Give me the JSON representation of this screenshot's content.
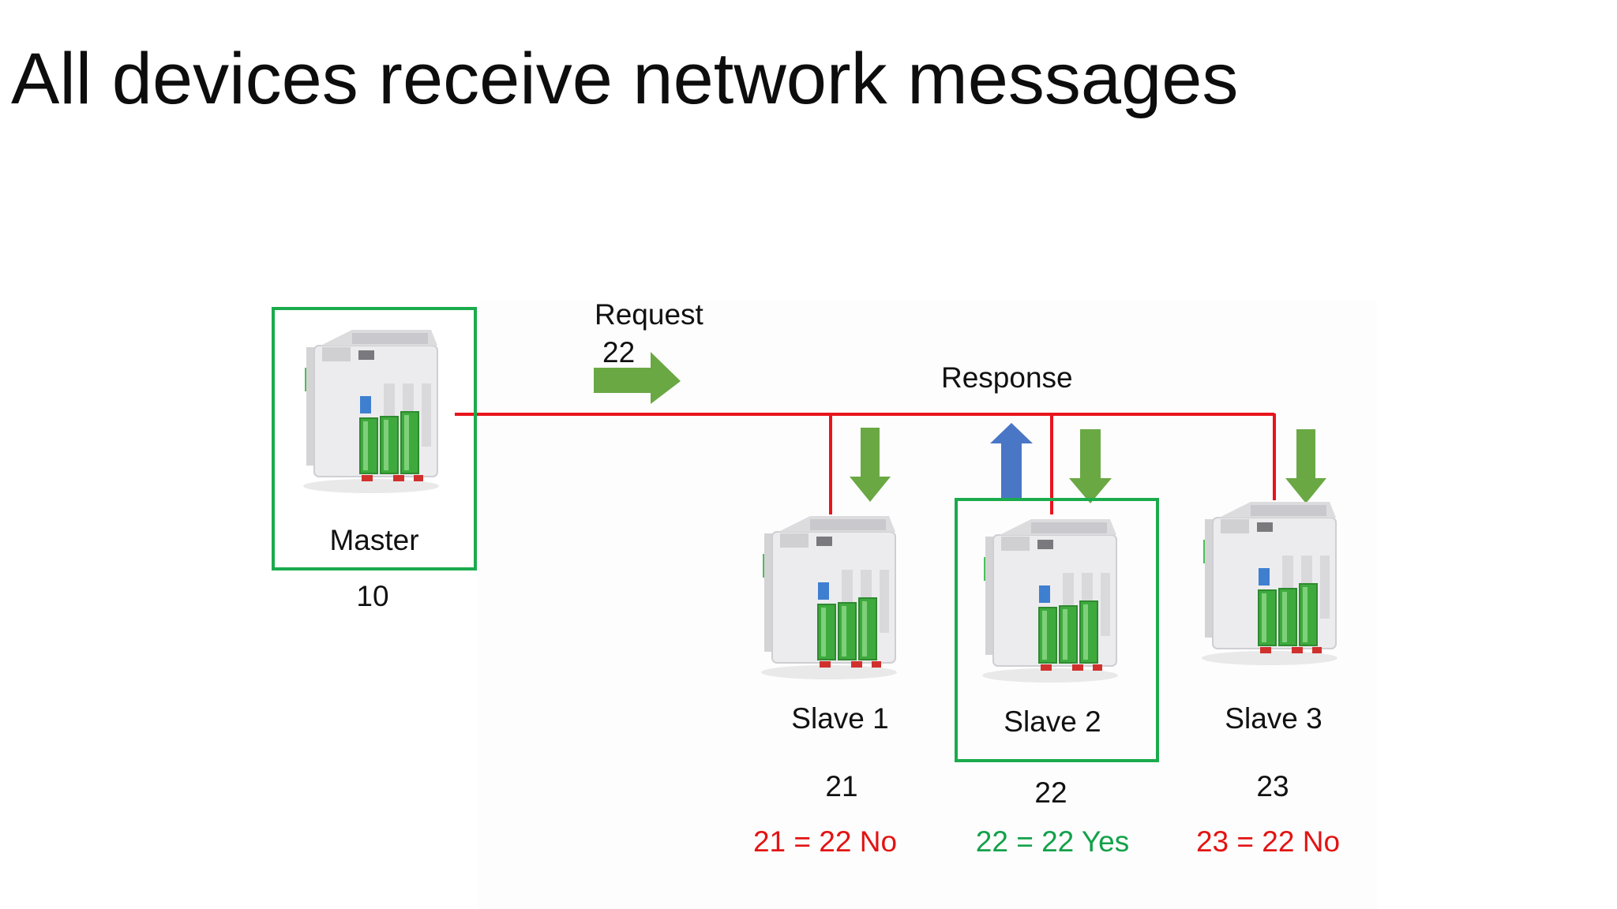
{
  "title": "All devices receive network messages",
  "colors": {
    "bus": "#e8141c",
    "frame": "#1aab4c",
    "request_arrow": "#6aa844",
    "response_arrow": "#4a76c6",
    "mismatch": "#e31313",
    "match": "#14a14a"
  },
  "request": {
    "label": "Request",
    "address": "22"
  },
  "response": {
    "label": "Response"
  },
  "master": {
    "name": "Master",
    "address": "10"
  },
  "slaves": [
    {
      "name": "Slave 1",
      "address": "21",
      "comparison": "21 = 22 No",
      "match": false
    },
    {
      "name": "Slave 2",
      "address": "22",
      "comparison": "22 = 22 Yes",
      "match": true
    },
    {
      "name": "Slave 3",
      "address": "23",
      "comparison": "23 = 22 No",
      "match": false
    }
  ]
}
